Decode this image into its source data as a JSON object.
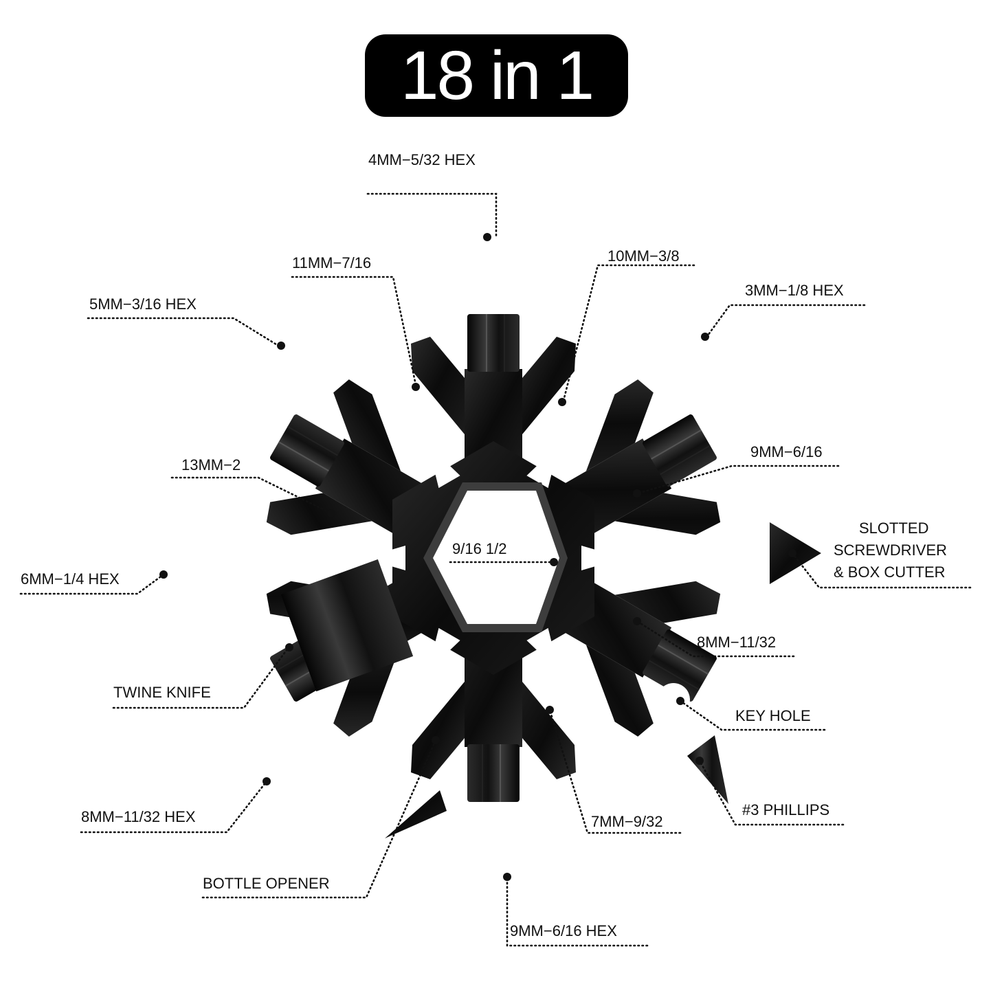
{
  "title": "18 in 1",
  "labels": {
    "hex_4mm": "4MM−5/32 HEX",
    "mm11": "11MM−7/16",
    "mm10": "10MM−3/8",
    "hex_5mm": "5MM−3/16 HEX",
    "hex_3mm": "3MM−1/8 HEX",
    "mm13": "13MM−2",
    "mm9": "9MM−6/16",
    "center": "9/16 1/2",
    "slotted_1": "SLOTTED",
    "slotted_2": "SCREWDRIVER",
    "slotted_3": "& BOX CUTTER",
    "hex_6mm": "6MM−1/4 HEX",
    "mm8": "8MM−11/32",
    "twine": "TWINE KNIFE",
    "keyhole": "KEY HOLE",
    "hex_8mm": "8MM−11/32 HEX",
    "phillips": "#3 PHILLIPS",
    "mm7": "7MM−9/32",
    "bottle": "BOTTLE OPENER",
    "hex_9mm": "9MM−6/16 HEX"
  },
  "colors": {
    "tool": "#0d0d0d",
    "tool_edge": "#3a3a3a",
    "text": "#111111"
  }
}
